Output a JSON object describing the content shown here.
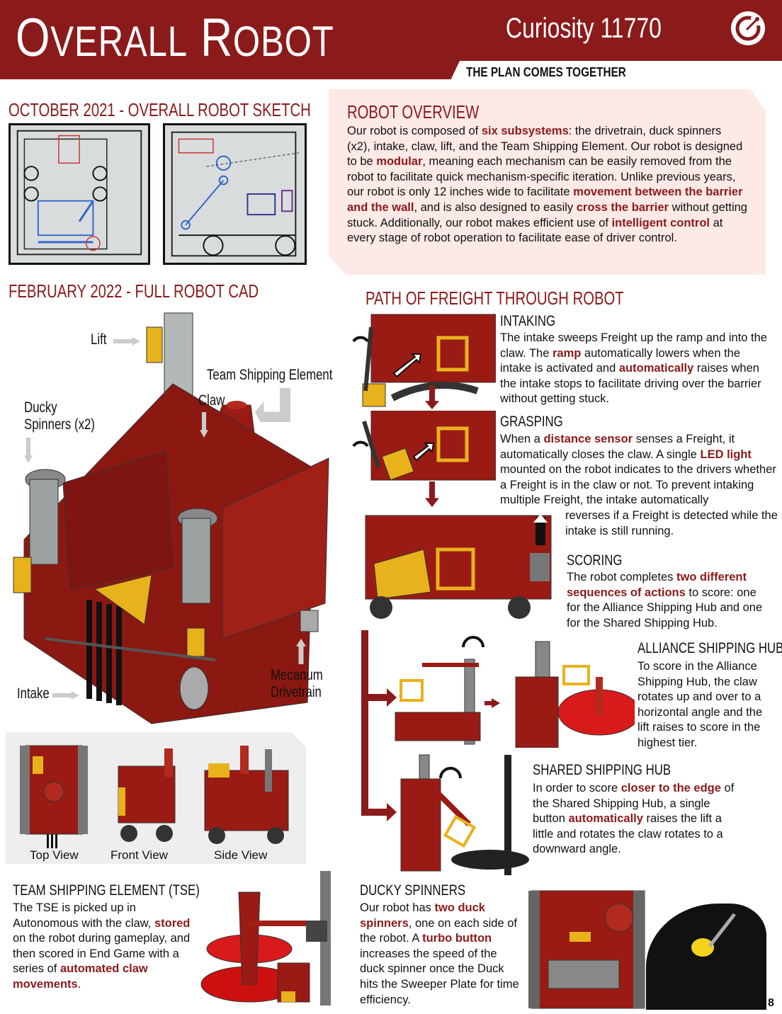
{
  "header": {
    "title_first": "O",
    "title_first_rest": "VERALL",
    "title_second": "R",
    "title_second_rest": "OBOT",
    "team": "Curiosity 11770",
    "tagline": "THE PLAN COMES TOGETHER"
  },
  "sketch": {
    "heading": "OCTOBER 2021 - OVERALL ROBOT SKETCH"
  },
  "overview": {
    "heading": "ROBOT OVERVIEW",
    "t1": "Our robot is composed of ",
    "h1": "six subsystems",
    "t2": ": the drivetrain, duck spinners (x2), intake, claw, lift, and the Team Shipping Element. Our robot is designed to be ",
    "h2": "modular",
    "t3": ", meaning each mechanism can be easily removed from the robot to facilitate quick mechanism-specific iteration. Unlike previous years, our robot is only 12 inches wide to facilitate ",
    "h3": "movement between the barrier and the wall",
    "t4": ", and is also designed to easily ",
    "h4": "cross the barrier",
    "t5": " without getting stuck. Additionally, our robot makes efficient use of ",
    "h5": "intelligent control",
    "t6": " at every stage of robot operation to facilitate ease of driver control."
  },
  "cad": {
    "heading": "FEBRUARY 2022 - FULL ROBOT CAD",
    "lift": "Lift",
    "tse": "Team Shipping Element",
    "claw": "Claw",
    "ducky1": "Ducky",
    "ducky2": "Spinners (x2)",
    "mecanum1": "Mecanum",
    "mecanum2": "Drivetrain",
    "intake": "Intake"
  },
  "views": {
    "top": "Top View",
    "front": "Front View",
    "side": "Side View"
  },
  "tse": {
    "heading": "TEAM SHIPPING ELEMENT (TSE)",
    "t1": "The TSE is picked up in Autonomous with the claw, ",
    "h1": "stored",
    "t2": " on the robot during gameplay, and then scored in End Game with a series of ",
    "h2": "automated claw movements",
    "t3": "."
  },
  "path": {
    "heading": "PATH OF FREIGHT THROUGH ROBOT",
    "intaking": {
      "heading": "INTAKING",
      "t1": "The intake sweeps Freight up the ramp and into the claw. The ",
      "h1": "ramp",
      "t2": " automatically lowers when the intake is activated and ",
      "h2": "automatically",
      "t3": " raises when the intake stops to facilitate driving over the barrier without getting stuck."
    },
    "grasping": {
      "heading": "GRASPING",
      "t1": "When a ",
      "h1": "distance sensor",
      "t2": " senses a Freight, it automatically closes the claw. A single ",
      "h2": "LED light",
      "t3": " mounted on the robot indicates to the drivers whether a Freight is in the claw or not. To prevent intaking multiple Freight, the intake automatically",
      "t4": "reverses if a Freight is detected while the intake is still running."
    },
    "scoring": {
      "heading": "SCORING",
      "t1": "The robot completes ",
      "h1": "two different sequences of actions",
      "t2": " to score: one for the Alliance Shipping Hub and one for the Shared Shipping Hub."
    },
    "alliance": {
      "heading": "ALLIANCE SHIPPING HUB",
      "text": "To score in the Alliance Shipping Hub, the claw rotates up and over to a horizontal angle and the lift raises to score in the highest tier."
    },
    "shared": {
      "heading": "SHARED SHIPPING HUB",
      "t1": "In order to score ",
      "h1": "closer to the edge",
      "t2": " of the Shared Shipping Hub, a single button ",
      "h2": "automatically",
      "t3": " raises the lift a little and rotates the claw rotates to a downward angle."
    }
  },
  "ducky": {
    "heading": "DUCKY SPINNERS",
    "t1": "Our robot has ",
    "h1": "two duck spinners",
    "t2": ", one on each side of the robot. A ",
    "h2": "turbo button",
    "t3": " increases the speed of the duck spinner once the Duck hits the Sweeper Plate for time efficiency."
  },
  "page_number": "8",
  "colors": {
    "brand_red": "#8b1a1a",
    "overview_bg": "#fde9e6",
    "robot_red": "#9a1b14",
    "robot_yellow": "#e8b21c"
  }
}
